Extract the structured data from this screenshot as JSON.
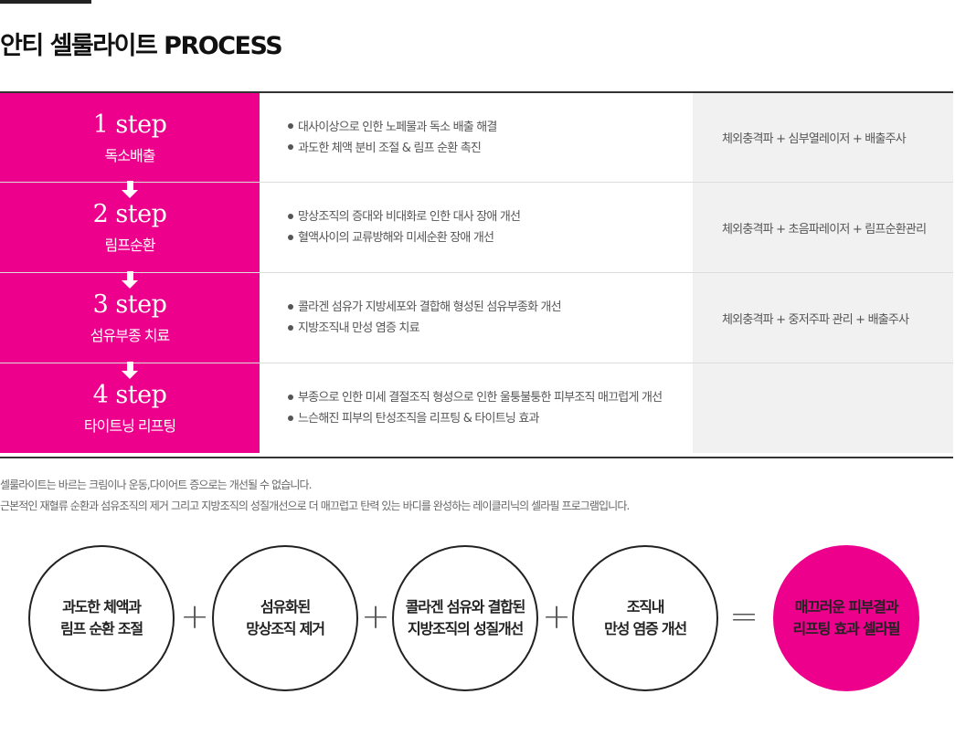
{
  "title": "안티 셀룰라이트 PROCESS",
  "steps": [
    {
      "num": "1 step",
      "name": "독소배출",
      "desc": [
        "대사이상으로 인한  노페물과 독소 배출 해결",
        "과도한 체액 분비 조절 & 림프 순환 촉진"
      ],
      "treatment": "체외충격파 + 심부열레이저 + 배출주사"
    },
    {
      "num": "2 step",
      "name": "림프순환",
      "desc": [
        "망상조직의 증대와 비대화로 인한  대사 장애 개선",
        "혈액사이의 교류방해와 미세순환 장애 개선"
      ],
      "treatment": "체외충격파 + 초음파레이저 + 림프순환관리"
    },
    {
      "num": "3 step",
      "name": "섬유부종 치료",
      "desc": [
        "콜라겐 섬유가 지방세포와 결합해 형성된 섬유부종화 개선",
        "지방조직내  만성 염증 치료"
      ],
      "treatment": "체외충격파 + 중저주파 관리 + 배출주사"
    },
    {
      "num": "4 step",
      "name": "타이트닝 리프팅",
      "desc": [
        "부종으로 인한 미세 결절조직 형성으로 인한 울퉁불퉁한 피부조직 매끄럽게 개선",
        "느슨해진 피부의 탄성조직을 리프팅 & 타이트닝 효과"
      ],
      "treatment": ""
    }
  ],
  "notes": [
    "셀룰라이트는 바르는 크림이나 운동,다이어트 증으로는 개선될 수 없습니다.",
    "근본적인 재혈류 순환과 섬유조직의 제거 그리고 지방조직의 성질개선으로 더 매끄럽고 탄력 있는 바디를 완성하는 레이클리닉의 셀라필 프로그램입니다."
  ],
  "formula": {
    "circles": [
      [
        "과도한 체액과",
        "림프 순환 조절"
      ],
      [
        "섬유화된",
        "망상조직 제거"
      ],
      [
        "콜라겐 섬유와 결합된",
        "지방조직의 성질개선"
      ],
      [
        "조직내",
        "만성 염증 개선"
      ]
    ],
    "result": [
      "매끄러운 피부결과",
      "리프팅 효과  셀라필"
    ],
    "plus": "+",
    "equals": "="
  },
  "colors": {
    "accent": "#ec008c",
    "treatment_bg": "#f1f1f1",
    "rule": "#333333"
  }
}
